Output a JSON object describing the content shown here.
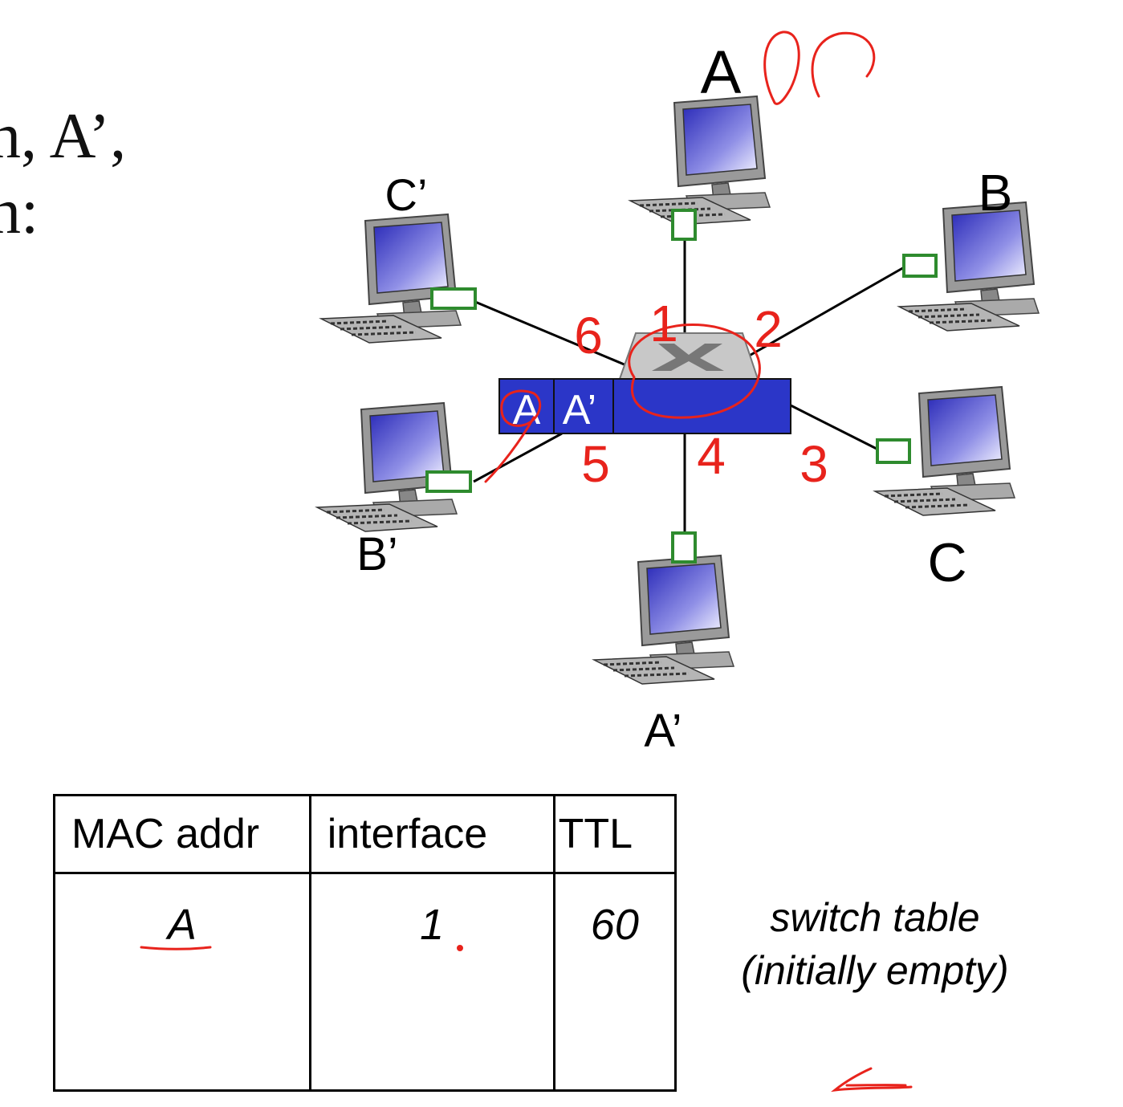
{
  "slide_fragment": {
    "line1": "n, A’,",
    "line2": "n:"
  },
  "hosts": {
    "A": "A",
    "B": "B",
    "C": "C",
    "A_prime": "A’",
    "B_prime": "B’",
    "C_prime": "C’"
  },
  "switch": {
    "ports": [
      "1",
      "2",
      "3",
      "4",
      "5",
      "6"
    ],
    "frame": {
      "source": "A",
      "destination": "A’"
    }
  },
  "table": {
    "headers": [
      "MAC addr",
      "interface",
      "TTL"
    ],
    "rows": [
      {
        "mac": "A",
        "interface": "1",
        "ttl": "60"
      }
    ]
  },
  "caption": {
    "line1": "switch table",
    "line2": "(initially empty)"
  },
  "colors": {
    "switch_bar": "#2b36c8",
    "annotation_red": "#e8231c",
    "adapter_green": "#2e8b2e",
    "screen_blue": "#4a4ad0"
  }
}
